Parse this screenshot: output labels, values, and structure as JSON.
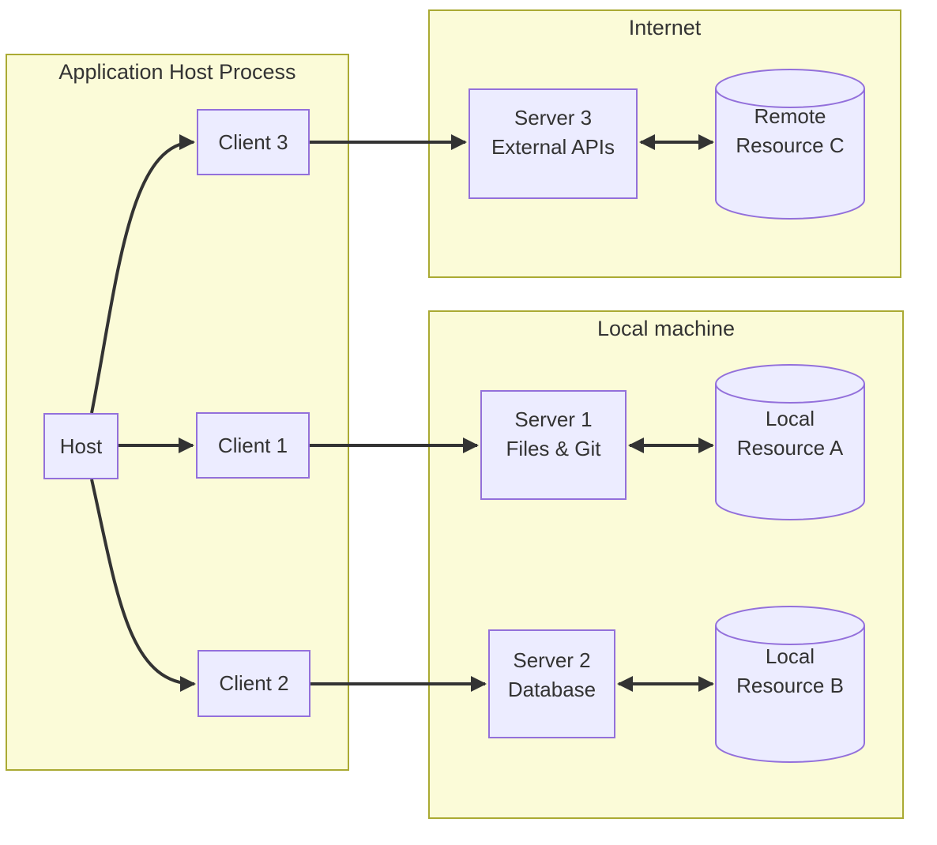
{
  "colors": {
    "container_fill": "#fbfbd8",
    "container_border": "#aaaa33",
    "node_fill": "#ececff",
    "node_border": "#9370db",
    "edge_color": "#333333",
    "text_color": "#333333",
    "page_background": "#ffffff"
  },
  "containers": {
    "app_host_process": {
      "title": "Application Host Process"
    },
    "internet": {
      "title": "Internet"
    },
    "local_machine": {
      "title": "Local machine"
    }
  },
  "nodes": {
    "host": {
      "label": "Host"
    },
    "client1": {
      "label": "Client 1"
    },
    "client2": {
      "label": "Client 2"
    },
    "client3": {
      "label": "Client 3"
    },
    "server1": {
      "line1": "Server 1",
      "line2": "Files & Git"
    },
    "server2": {
      "line1": "Server 2",
      "line2": "Database"
    },
    "server3": {
      "line1": "Server 3",
      "line2": "External APIs"
    },
    "resource_a": {
      "line1": "Local",
      "line2": "Resource A"
    },
    "resource_b": {
      "line1": "Local",
      "line2": "Resource B"
    },
    "resource_c": {
      "line1": "Remote",
      "line2": "Resource C"
    }
  },
  "edges": [
    {
      "from": "Host",
      "to": "Client 3",
      "bidirectional": false
    },
    {
      "from": "Host",
      "to": "Client 1",
      "bidirectional": false
    },
    {
      "from": "Host",
      "to": "Client 2",
      "bidirectional": false
    },
    {
      "from": "Client 3",
      "to": "Server 3 External APIs",
      "bidirectional": false
    },
    {
      "from": "Client 1",
      "to": "Server 1 Files & Git",
      "bidirectional": false
    },
    {
      "from": "Client 2",
      "to": "Server 2 Database",
      "bidirectional": false
    },
    {
      "from": "Server 3 External APIs",
      "to": "Remote Resource C",
      "bidirectional": true
    },
    {
      "from": "Server 1 Files & Git",
      "to": "Local Resource A",
      "bidirectional": true
    },
    {
      "from": "Server 2 Database",
      "to": "Local Resource B",
      "bidirectional": true
    }
  ]
}
